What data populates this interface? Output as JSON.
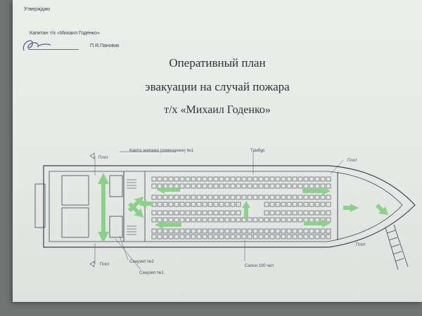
{
  "approval": {
    "heading": "Утверждаю",
    "role": "Капитан т/х «Михаил Годенко»",
    "signer": "П.Я.Пановик"
  },
  "title": {
    "line1": "Оперативный план",
    "line2": "эвакуации на случай пожара",
    "line3": "т/х «Михаил Годенко»"
  },
  "plan_labels": {
    "boat_top_left": "Плот",
    "passage_top": "Каюта экипажа (помещение) №1",
    "vestibule": "Тамбур",
    "boat_top_right": "Плот",
    "boat_right": "Плот",
    "boat_bottom_left": "Плот",
    "toilet_2": "Санузел №2",
    "toilet_1": "Санузел №1",
    "salon": "Салон 100 чел"
  },
  "colors": {
    "arrow": "#8bd08b",
    "line": "#3a4552",
    "paper": "#e8eae8"
  }
}
